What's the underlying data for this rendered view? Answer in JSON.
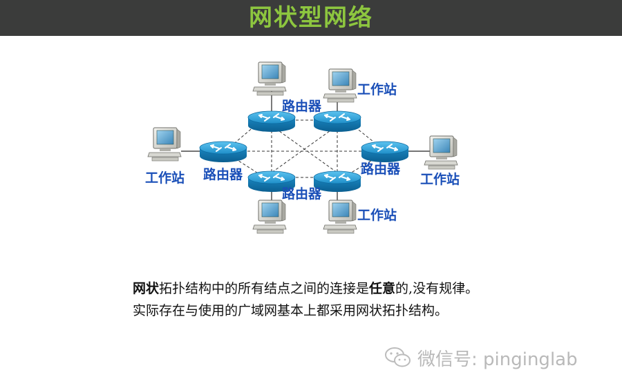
{
  "header": {
    "title": "网状型网络"
  },
  "diagram": {
    "labels": {
      "workstation_top_right": "工作站",
      "workstation_left": "工作站",
      "workstation_right": "工作站",
      "workstation_bottom_right": "工作站",
      "router_top": "路由器",
      "router_left": "路由器",
      "router_right": "路由器",
      "router_bottom": "路由器"
    }
  },
  "description": {
    "line1_bold_start": "网状",
    "line1_mid": "拓扑结构中的所有结点之间的连接是",
    "line1_bold_mid": "任意",
    "line1_end": "的,没有规律。",
    "line2": "实际存在与使用的广域网基本上都采用网状拓扑结构。"
  },
  "watermark": {
    "text": "微信号: pinginglab"
  },
  "colors": {
    "header_bg": "#3b3c3b",
    "title": "#8dc63f",
    "label": "#1a4fb8",
    "router": "#1f8fc9"
  }
}
